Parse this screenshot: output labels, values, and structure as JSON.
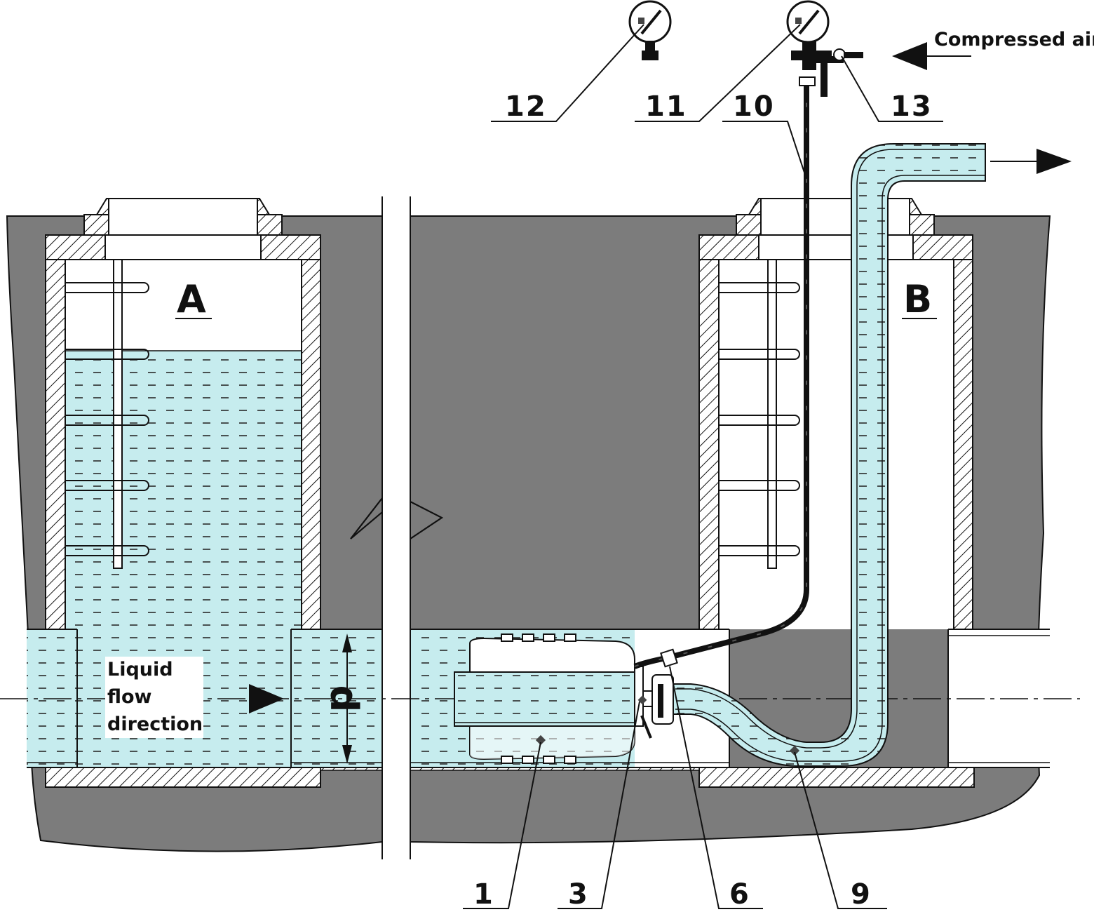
{
  "chambers": {
    "left": "A",
    "right": "B"
  },
  "flow_label": [
    "Liquid",
    "flow",
    "direction"
  ],
  "dimension_label": "d",
  "air_label": "Compressed air",
  "callouts": {
    "c1": "1",
    "c3": "3",
    "c6": "6",
    "c9": "9",
    "c10": "10",
    "c11": "11",
    "c12": "12",
    "c13": "13"
  },
  "colors": {
    "water": "#c6ecee",
    "soil": "#7c7c7c",
    "line": "#111111",
    "dash": "#2a2a2a"
  }
}
